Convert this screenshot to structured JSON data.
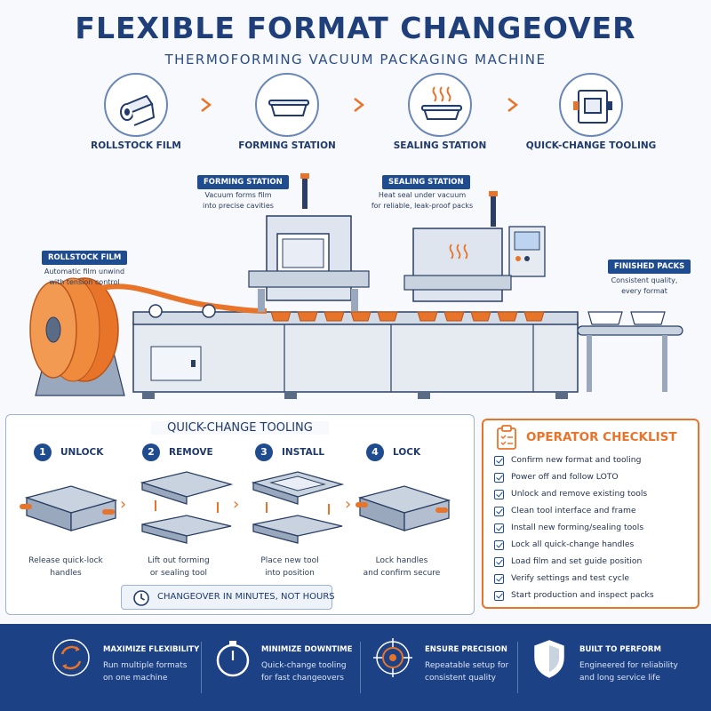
{
  "header": {
    "title": "FLEXIBLE FORMAT CHANGEOVER",
    "subtitle": "THERMOFORMING VACUUM PACKAGING MACHINE"
  },
  "flow": [
    {
      "label": "ROLLSTOCK FILM",
      "icon": "film-roll-icon"
    },
    {
      "label": "FORMING STATION",
      "icon": "tray-icon"
    },
    {
      "label": "SEALING STATION",
      "icon": "heat-tray-icon"
    },
    {
      "label": "QUICK-CHANGE TOOLING",
      "icon": "tooling-icon"
    }
  ],
  "callouts": {
    "forming": {
      "tag": "FORMING STATION",
      "note": [
        "Vacuum forms film",
        "into precise cavities"
      ]
    },
    "sealing": {
      "tag": "SEALING STATION",
      "note": [
        "Heat seal under vacuum",
        "for reliable, leak-proof packs"
      ]
    },
    "rollstock": {
      "tag": "ROLLSTOCK FILM",
      "note": [
        "Automatic film unwind",
        "with tension control"
      ]
    },
    "finished": {
      "tag": "FINISHED PACKS",
      "note": [
        "Consistent quality,",
        "every format"
      ]
    }
  },
  "tooling": {
    "title": "QUICK-CHANGE TOOLING",
    "steps": [
      {
        "num": "1",
        "title": "UNLOCK",
        "desc": [
          "Release quick-lock",
          "handles"
        ]
      },
      {
        "num": "2",
        "title": "REMOVE",
        "desc": [
          "Lift out forming",
          "or sealing tool"
        ]
      },
      {
        "num": "3",
        "title": "INSTALL",
        "desc": [
          "Place new tool",
          "into position"
        ]
      },
      {
        "num": "4",
        "title": "LOCK",
        "desc": [
          "Lock handles",
          "and confirm secure"
        ]
      }
    ],
    "banner": "CHANGEOVER IN MINUTES, NOT HOURS"
  },
  "checklist": {
    "title": "OPERATOR CHECKLIST",
    "items": [
      "Confirm new format and tooling",
      "Power off and follow LOTO",
      "Unlock and remove existing tools",
      "Clean tool interface and frame",
      "Install new forming/sealing tools",
      "Lock all quick-change handles",
      "Load film and set guide position",
      "Verify settings and test cycle",
      "Start production and inspect packs"
    ]
  },
  "features": [
    {
      "title": "MAXIMIZE FLEXIBILITY",
      "desc": [
        "Run multiple formats",
        "on one machine"
      ],
      "icon": "cycle-arrows-icon"
    },
    {
      "title": "MINIMIZE DOWNTIME",
      "desc": [
        "Quick-change tooling",
        "for fast changeovers"
      ],
      "icon": "stopwatch-icon"
    },
    {
      "title": "ENSURE PRECISION",
      "desc": [
        "Repeatable setup for",
        "consistent quality"
      ],
      "icon": "target-icon"
    },
    {
      "title": "BUILT TO PERFORM",
      "desc": [
        "Engineered for reliability",
        "and long service life"
      ],
      "icon": "shield-check-icon"
    }
  ],
  "colors": {
    "navy": "#1d4185",
    "accent": "#e8742a",
    "steel": "#c9d3e0",
    "background": "#f7f9fc"
  }
}
